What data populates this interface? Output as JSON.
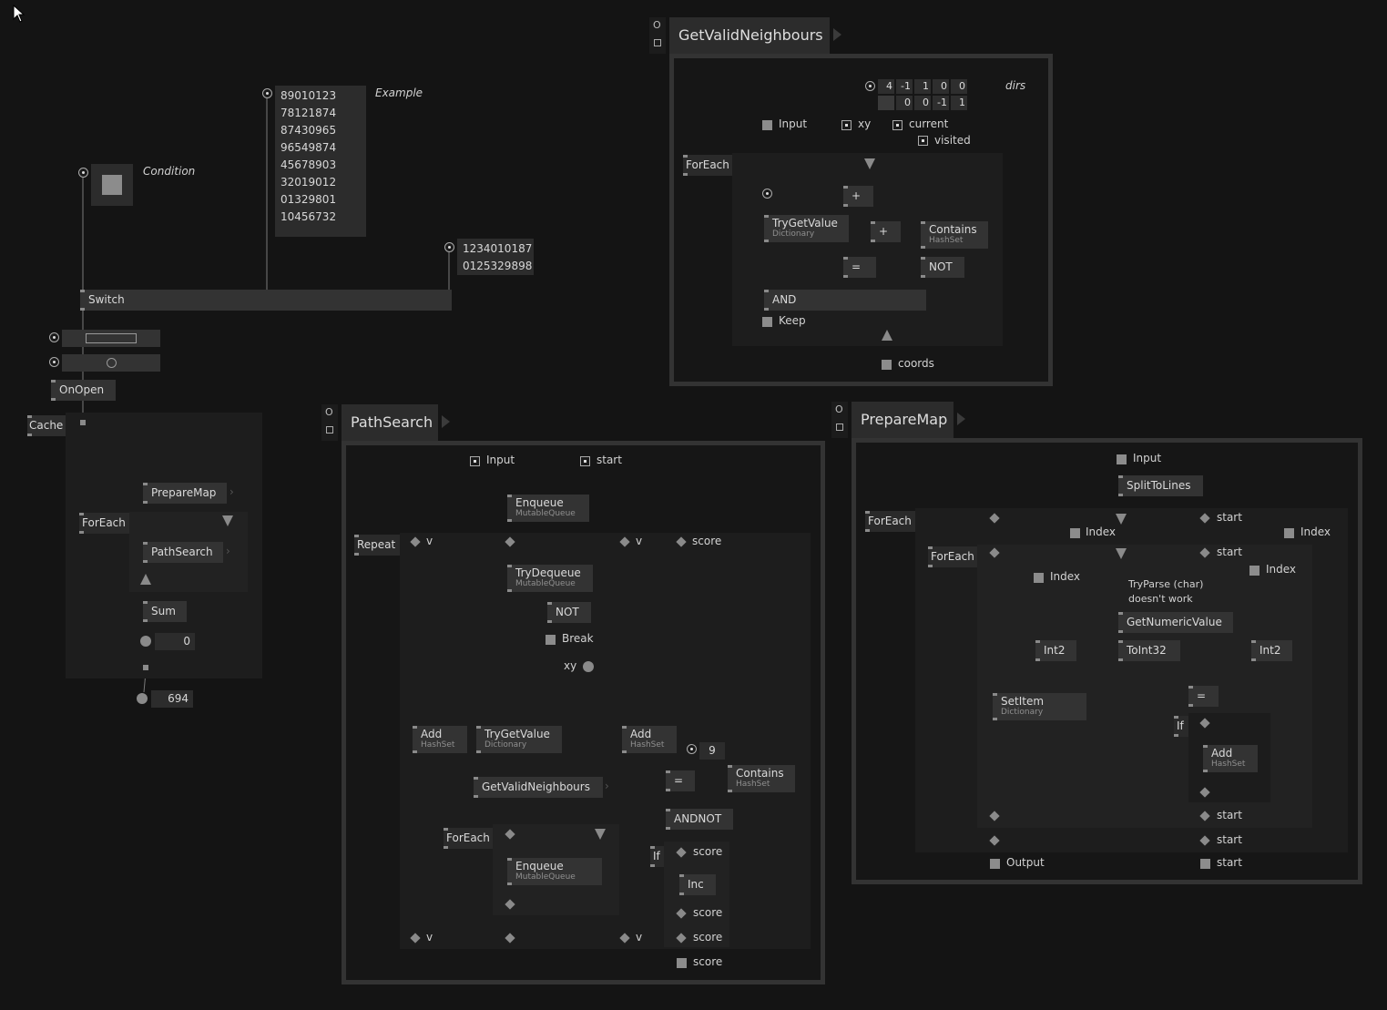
{
  "top_left": {
    "condition_label": "Condition",
    "example_label": "Example",
    "example_lines": [
      "89010123",
      "78121874",
      "87430965",
      "96549874",
      "45678903",
      "32019012",
      "01329801",
      "10456732"
    ],
    "right_lines": [
      "1234010187",
      "0125329898"
    ],
    "switch_label": "Switch",
    "onopen_label": "OnOpen",
    "cache_label": "Cache",
    "foreach_label": "ForEach",
    "preparemap_label": "PrepareMap",
    "pathsearch_label": "PathSearch",
    "sum_label": "Sum",
    "sum_value": "0",
    "result_value": "694"
  },
  "gvn": {
    "title": "GetValidNeighbours",
    "ctl_o": "O",
    "dirs_label": "dirs",
    "dirs_rows": [
      [
        "4",
        "-1",
        "1",
        "0",
        "0"
      ],
      [
        "",
        "0",
        "0",
        "-1",
        "1"
      ]
    ],
    "input_label": "Input",
    "xy_label": "xy",
    "current_label": "current",
    "visited_label": "visited",
    "foreach_label": "ForEach",
    "plus1": "+",
    "plus2": "+",
    "trygetvalue": "TryGetValue",
    "trygetvalue_sub": "Dictionary",
    "eq": "=",
    "contains": "Contains",
    "contains_sub": "HashSet",
    "not": "NOT",
    "and": "AND",
    "keep_label": "Keep",
    "coords_label": "coords"
  },
  "ps": {
    "title": "PathSearch",
    "ctl_o": "O",
    "input_label": "Input",
    "start_label": "start",
    "enqueue": "Enqueue",
    "enqueue_sub": "MutableQueue",
    "repeat_label": "Repeat",
    "v1": "v",
    "v2": "v",
    "score": "score",
    "trydequeue": "TryDequeue",
    "trydequeue_sub": "MutableQueue",
    "not": "NOT",
    "break_label": "Break",
    "xy_label": "xy",
    "add1": "Add",
    "add1_sub": "HashSet",
    "trygetvalue": "TryGetValue",
    "trygetvalue_sub": "Dictionary",
    "add2": "Add",
    "add2_sub": "HashSet",
    "nine": "9",
    "eq": "=",
    "contains": "Contains",
    "contains_sub": "HashSet",
    "gvn": "GetValidNeighbours",
    "andnot": "ANDNOT",
    "foreach_label": "ForEach",
    "enqueue2": "Enqueue",
    "enqueue2_sub": "MutableQueue",
    "if_label": "If",
    "score_in": "score",
    "inc": "Inc",
    "score_out": "score",
    "v_out1": "v",
    "v_out2": "v",
    "score_out2": "score",
    "score_final": "score"
  },
  "pm": {
    "title": "PrepareMap",
    "ctl_o": "O",
    "input_label": "Input",
    "splittolines": "SplitToLines",
    "foreach_outer": "ForEach",
    "index1": "Index",
    "start1": "start",
    "index2": "Index",
    "foreach_inner": "ForEach",
    "start2": "start",
    "index3": "Index",
    "index4": "Index",
    "comment": "TryParse (char)\ndoesn't work",
    "getnumericvalue": "GetNumericValue",
    "int2a": "Int2",
    "toint32": "ToInt32",
    "int2b": "Int2",
    "setitem": "SetItem",
    "setitem_sub": "Dictionary",
    "eq": "=",
    "if_label": "If",
    "add": "Add",
    "add_sub": "HashSet",
    "start3": "start",
    "start4": "start",
    "output_label": "Output",
    "start5": "start"
  }
}
